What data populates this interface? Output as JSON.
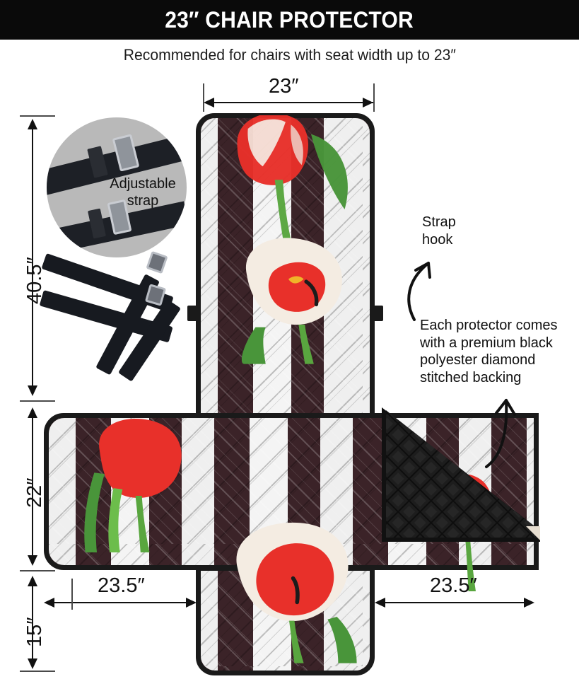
{
  "header": {
    "title": "23″ CHAIR PROTECTOR",
    "subtitle": "Recommended for chairs with seat width up to 23″",
    "bar_color": "#0a0a0a",
    "text_color": "#ffffff"
  },
  "dimensions": {
    "top_width": "23″",
    "left_height_upper": "40.5″",
    "left_height_mid": "22″",
    "left_height_lower": "15″",
    "bottom_left_width": "23.5″",
    "bottom_right_width": "23.5″"
  },
  "inset": {
    "label_line1": "Adjustable",
    "label_line2": "strap",
    "circle_bg": "#b9b9b9",
    "strap_color": "#1d2026",
    "buckle_color": "#c9ccd2"
  },
  "callouts": {
    "strap_hook": "Strap\nhook",
    "strap_hook_line1": "Strap",
    "strap_hook_line2": "hook",
    "backing": "Each protector comes with a premium black polyester diamond stitched backing",
    "backing_line1": "Each protector comes",
    "backing_line2": "with a premium black",
    "backing_line3": "polyester diamond",
    "backing_line4": "stitched backing"
  },
  "product": {
    "name": "recliner-chair-protector",
    "shape": "cross",
    "edge_color": "#1a1a1a",
    "stripe_dark": "#3b2328",
    "stripe_light": "#f2f2f2",
    "backing_color": "#111111",
    "print": "red-and-white-tulips",
    "flower_red": "#e8302a",
    "flower_cream": "#f3e7dc",
    "leaf_green": "#4e9a3c"
  }
}
